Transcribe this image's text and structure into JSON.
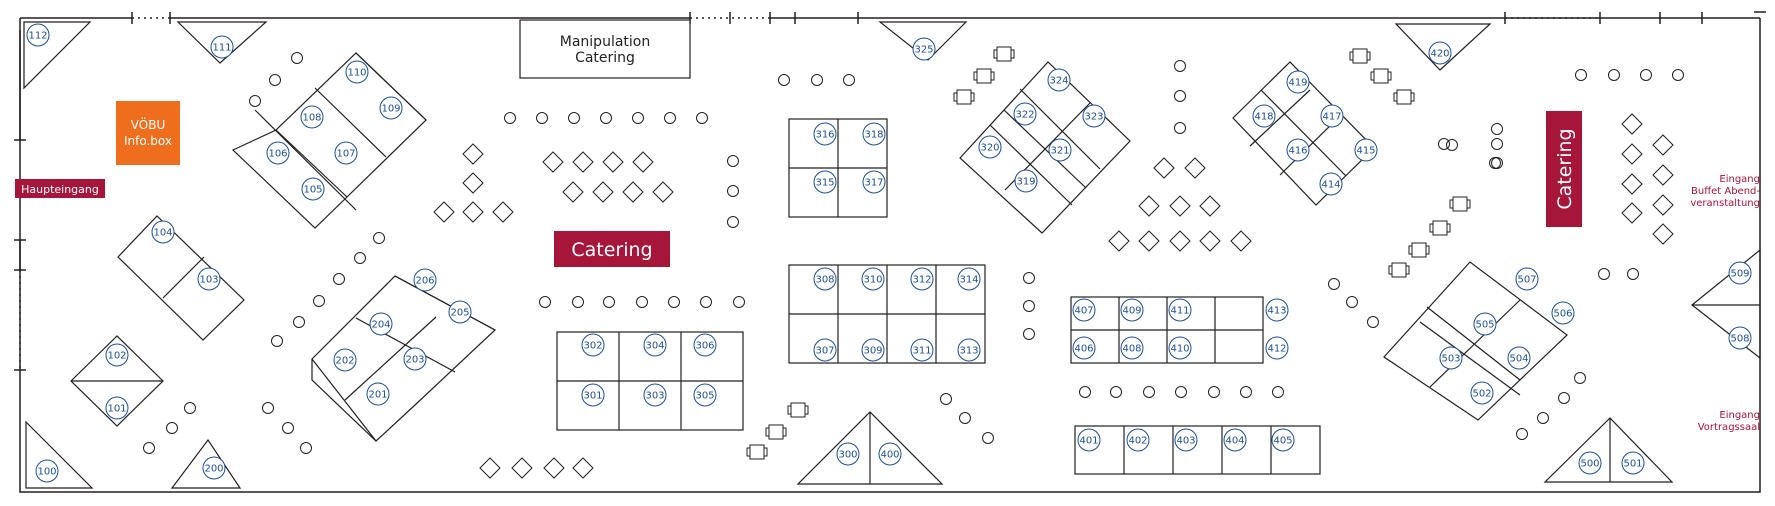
{
  "colors": {
    "line": "#231f20",
    "booth_number": "#1d4f91",
    "catering": "#a6153a",
    "info_box": "#ee6e1d",
    "entrance_text": "#a6153a"
  },
  "labels": {
    "manipulation_catering": [
      "Manipulation",
      "Catering"
    ],
    "catering": "Catering",
    "voebu": [
      "VÖBU",
      "Info.box"
    ],
    "haupteingang": "Haupteingang",
    "eingang_buffet": [
      "Eingang",
      "Buffet Abend-",
      "veranstaltung"
    ],
    "eingang_vortragssaal": [
      "Eingang",
      "Vortragssaal"
    ]
  },
  "booths": [
    "100",
    "101",
    "102",
    "103",
    "104",
    "105",
    "106",
    "107",
    "108",
    "109",
    "110",
    "111",
    "112",
    "200",
    "201",
    "202",
    "203",
    "204",
    "205",
    "206",
    "300",
    "301",
    "302",
    "303",
    "304",
    "305",
    "306",
    "307",
    "308",
    "309",
    "310",
    "311",
    "312",
    "313",
    "314",
    "315",
    "316",
    "317",
    "318",
    "319",
    "320",
    "321",
    "322",
    "323",
    "324",
    "325",
    "400",
    "401",
    "402",
    "403",
    "404",
    "405",
    "406",
    "407",
    "408",
    "409",
    "410",
    "411",
    "412",
    "413",
    "414",
    "415",
    "416",
    "417",
    "418",
    "419",
    "420",
    "500",
    "501",
    "502",
    "503",
    "504",
    "505",
    "506",
    "507",
    "508",
    "509"
  ]
}
